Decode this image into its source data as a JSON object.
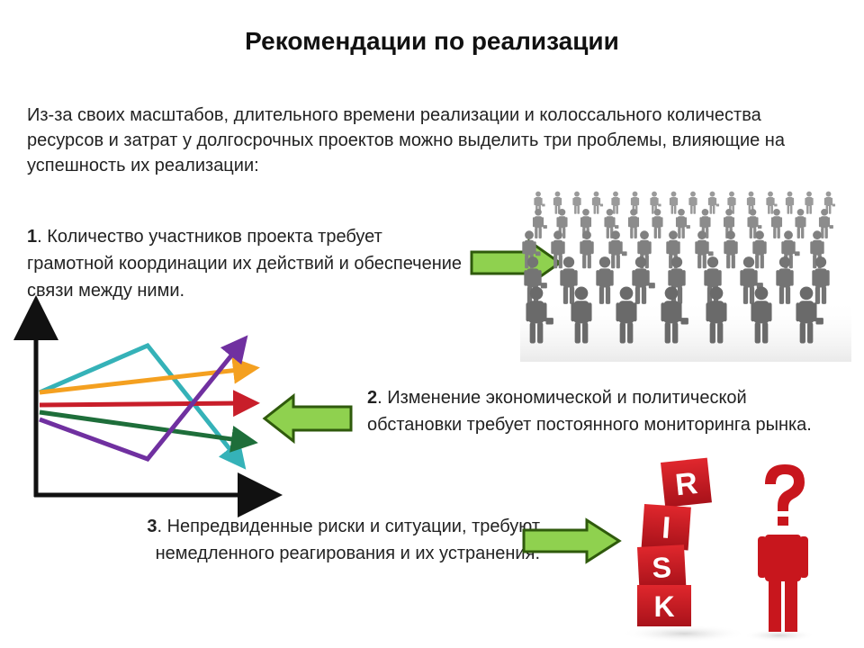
{
  "slide": {
    "title": "Рекомендации по реализации",
    "intro": "Из-за своих масштабов, длительного времени реализации и колоссального количества ресурсов и затрат у долгосрочных проектов можно выделить три проблемы, влияющие на успешность их реализации:",
    "points": [
      {
        "number": "1",
        "text": ". Количество участников проекта требует грамотной координации их действий и обеспечение связи между ними."
      },
      {
        "number": "2",
        "text": ". Изменение экономической и политической обстановки требует постоянного мониторинга рынка."
      },
      {
        "number": "3",
        "text": ". Непредвиденные риски и ситуации, требуют немедленного реагирования и их устранения."
      }
    ],
    "risk_letters": [
      "R",
      "I",
      "S",
      "K"
    ],
    "colors": {
      "arrow_green": "#8fd14f",
      "arrow_green_dark": "#2f5a0c",
      "risk_red": "#c8161d",
      "line_orange": "#f4a020",
      "line_red": "#c81e2a",
      "line_green": "#1e6e3a",
      "line_purple": "#7030a0",
      "line_teal": "#35b2b8"
    },
    "icons": [
      "arrow-right-icon",
      "arrow-left-icon",
      "arrow-right-icon"
    ]
  }
}
